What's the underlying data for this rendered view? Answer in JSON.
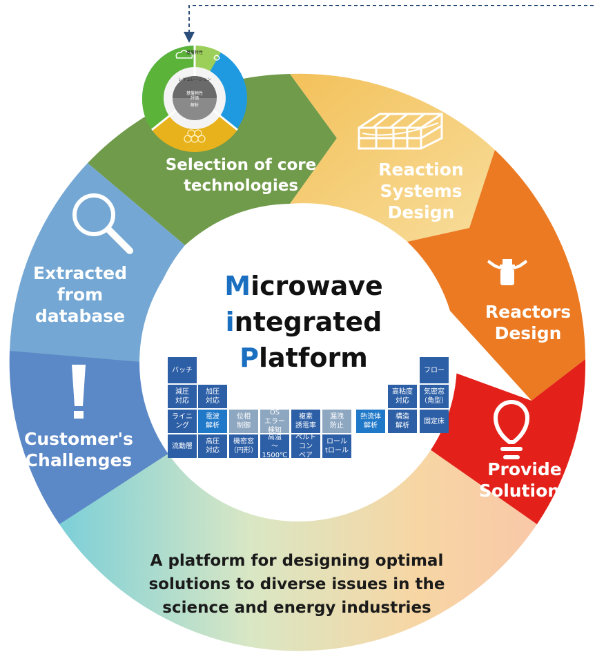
{
  "segments": [
    {
      "label": "Selection of core technologies",
      "color": "#6f9a4c"
    },
    {
      "label": "Reaction Systems Design",
      "color": "#f4cd6a"
    },
    {
      "label": "Reactors Design",
      "color": "#ea7a22"
    },
    {
      "label": "Provide Solutions",
      "color": "#e02218"
    },
    {
      "label": "A platform for designing optimal solutions to diverse issues in the science and energy industries",
      "color": "#f3d4a8"
    },
    {
      "label": "Customer's Challenges",
      "color": "#5a86c4"
    },
    {
      "label": "Extracted from database",
      "color": "#6fa1d0"
    }
  ],
  "labels": {
    "core_line1": "Selection of core",
    "core_line2": "technologies",
    "reaction_line1": "Reaction",
    "reaction_line2": "Systems",
    "reaction_line3": "Design",
    "reactors_line1": "Reactors",
    "reactors_line2": "Design",
    "provide_line1": "Provide",
    "provide_line2": "Solutions",
    "customer_line1": "Customer's",
    "customer_line2": "Challenges",
    "extracted_line1": "Extracted",
    "extracted_line2": "from",
    "extracted_line3": "database",
    "bottom_line1": "A platform for designing optimal",
    "bottom_line2": "solutions to diverse issues in the",
    "bottom_line3": "science and energy industries"
  },
  "center_title": {
    "line1_cap": "M",
    "line1_rest": "icrowave",
    "line2_cap": "i",
    "line2_rest": "ntegrated",
    "line3_cap": "P",
    "line3_rest": "latform"
  },
  "mini_wheel": {
    "top": "基盤特性",
    "center": "基盤物性\n評価",
    "ring": "レギュレーション",
    "bottom": "解析"
  },
  "table_cells": {
    "batch": "バッチ",
    "flow": "フロー",
    "genatsu": "減圧\n対応",
    "kaatsu": "加圧\n対応",
    "kounendo": "高粘度\n対応",
    "kimitsu_kaku": "気密窓\n（角型）",
    "lining": "ライニ\nング",
    "denpa": "電波\n解析",
    "isou": "位相\n制御",
    "os_error": "OS\nエラー\n検知",
    "fukuso": "複素\n誘電率",
    "rouei": "漏洩\n防止",
    "netsuryuutai": "熱流体\n解析",
    "kouzou": "構造\n解析",
    "koteisho": "固定床",
    "ryuudousou": "流動層",
    "kouatsu": "高圧\n対応",
    "kimitsu_en": "機密窓\n（円形）",
    "kouon": "高温\n～\n1500℃",
    "belt": "ベルト\nコン\nベア",
    "roll": "ロール\ntロール"
  },
  "colors": {
    "title_accent": "#1a6fc0",
    "cell_dark": "#2d5fa6",
    "cell_mid": "#1f78c8",
    "cell_gray": "#8ea7c0",
    "arrow": "#2a4d7a"
  },
  "icons": [
    "dashed-arrow-icon",
    "reactor-grid-icon",
    "reactor-icon",
    "lightbulb-icon",
    "exclamation-icon",
    "magnifier-icon"
  ]
}
